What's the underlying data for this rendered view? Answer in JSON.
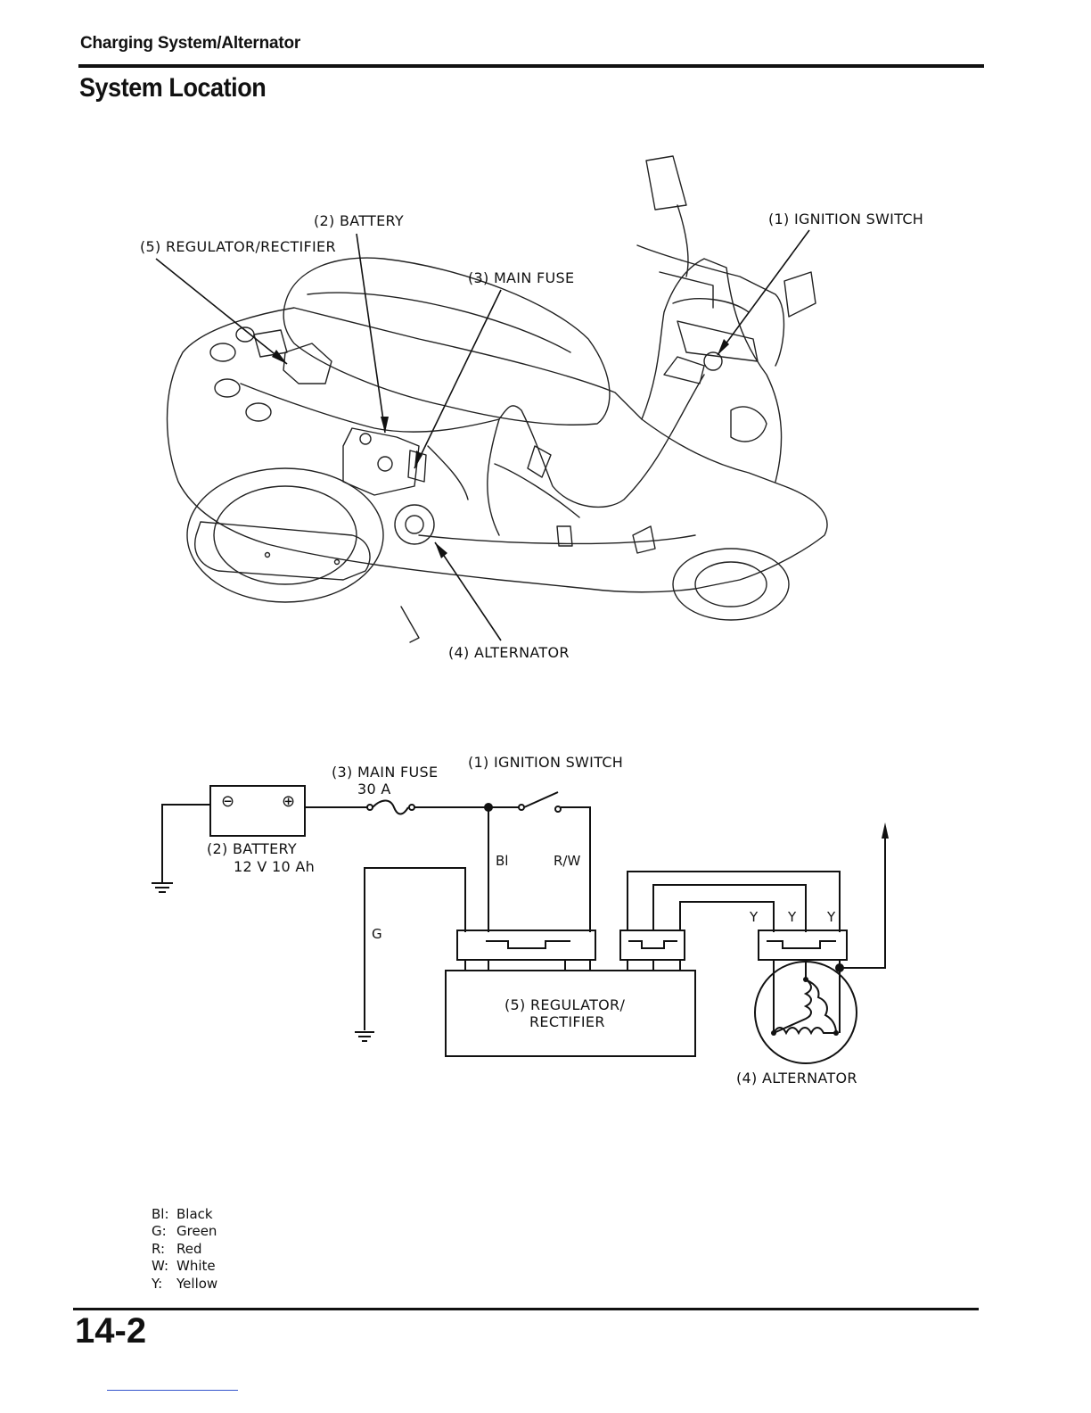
{
  "header": {
    "section": "Charging System/Alternator",
    "title": "System Location"
  },
  "location_labels": {
    "battery": "(2) BATTERY",
    "regulator": "(5) REGULATOR/RECTIFIER",
    "main_fuse": "(3) MAIN FUSE",
    "ignition": "(1) IGNITION SWITCH",
    "alternator": "(4) ALTERNATOR"
  },
  "schematic": {
    "main_fuse": "(3) MAIN FUSE",
    "fuse_rating": "30 A",
    "ignition": "(1) IGNITION SWITCH",
    "battery": "(2) BATTERY",
    "battery_rating": "12 V 10 Ah",
    "wire_bl": "Bl",
    "wire_rw": "R/W",
    "wire_g": "G",
    "wire_y1": "Y",
    "wire_y2": "Y",
    "wire_y3": "Y",
    "regulator_line1": "(5) REGULATOR/",
    "regulator_line2": "RECTIFIER",
    "alternator": "(4) ALTERNATOR",
    "minus_symbol": "⊖",
    "plus_symbol": "⊕"
  },
  "legend": [
    {
      "code": "Bl:",
      "name": "Black"
    },
    {
      "code": "G:",
      "name": "Green"
    },
    {
      "code": "R:",
      "name": "Red"
    },
    {
      "code": "W:",
      "name": "White"
    },
    {
      "code": "Y:",
      "name": "Yellow"
    }
  ],
  "footer": {
    "page_number": "14-2"
  }
}
